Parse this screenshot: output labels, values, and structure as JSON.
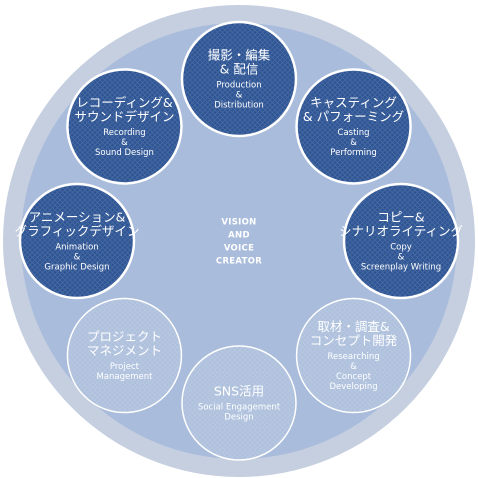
{
  "center_label": [
    "VISION",
    "AND",
    "VOICE",
    "CREATOR"
  ],
  "colors": {
    "outer_ring": "#c5cfe0",
    "inner_disc": "#a9bcdb",
    "dark_node": "#2d5494",
    "light_node": "#b3c3de",
    "node_border": "#ffffff",
    "text": "#ffffff"
  },
  "nodes": [
    {
      "id": "production",
      "style": "dark",
      "title": [
        "撮影・編集",
        "& 配信"
      ],
      "subtitle": [
        "Production",
        "&",
        "Distribution"
      ]
    },
    {
      "id": "casting",
      "style": "dark",
      "title": [
        "キャスティング",
        "& パフォーミング"
      ],
      "subtitle": [
        "Casting",
        "&",
        "Performing"
      ]
    },
    {
      "id": "copy",
      "style": "dark",
      "title": [
        "コピー&",
        "シナリオライティング"
      ],
      "subtitle": [
        "Copy",
        "&",
        "Screenplay Writing"
      ]
    },
    {
      "id": "researching",
      "style": "light",
      "title": [
        "取材・調査&",
        "コンセプト開発"
      ],
      "subtitle": [
        "Researching",
        "&",
        "Concept",
        "Developing"
      ]
    },
    {
      "id": "sns",
      "style": "light",
      "title": [
        "SNS活用"
      ],
      "subtitle": [
        "Social Engagement",
        "Design"
      ]
    },
    {
      "id": "project",
      "style": "light",
      "title": [
        "プロジェクト",
        "マネジメント"
      ],
      "subtitle": [
        "Project",
        "Management"
      ]
    },
    {
      "id": "animation",
      "style": "dark",
      "title": [
        "アニメーション&",
        "グラフィックデザイン"
      ],
      "subtitle": [
        "Animation",
        "&",
        "Graphic Design"
      ]
    },
    {
      "id": "recording",
      "style": "dark",
      "title": [
        "レコーディング&",
        "サウンドデザイン"
      ],
      "subtitle": [
        "Recording",
        "&",
        "Sound Design"
      ]
    }
  ]
}
